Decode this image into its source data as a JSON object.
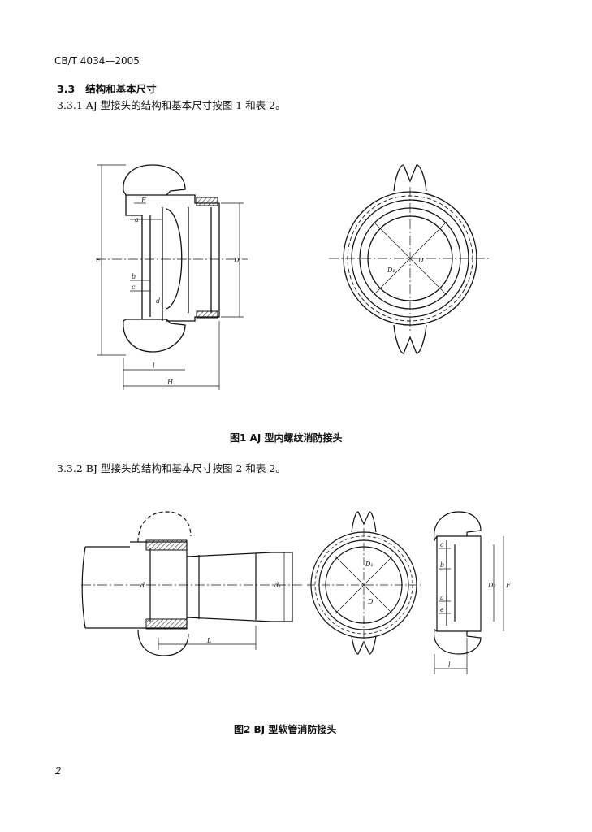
{
  "header": {
    "standard": "CB/T 4034—2005"
  },
  "section": {
    "number": "3.3",
    "title": "结构和基本尺寸"
  },
  "paragraphs": {
    "p331": "3.3.1  AJ 型接头的结构和基本尺寸按图 1 和表 2。",
    "p332": "3.3.2  BJ 型接头的结构和基本尺寸按图 2 和表 2。"
  },
  "figures": {
    "fig1": {
      "caption": "图1  AJ 型内螺纹消防接头",
      "labels": {
        "E": "E",
        "F": "F",
        "a": "a",
        "b": "b",
        "c": "c",
        "d": "d",
        "D": "D",
        "D1": "D₁",
        "l": "l",
        "H": "H"
      }
    },
    "fig2": {
      "caption": "图2  BJ 型软管消防接头",
      "labels": {
        "d": "d",
        "d1": "d₁",
        "L": "L",
        "D": "D",
        "D1": "D₁",
        "D2": "D₂",
        "F": "F",
        "l": "l",
        "a": "a",
        "b": "b",
        "c": "c",
        "e": "e"
      }
    }
  },
  "footer": {
    "page_number": "2"
  }
}
